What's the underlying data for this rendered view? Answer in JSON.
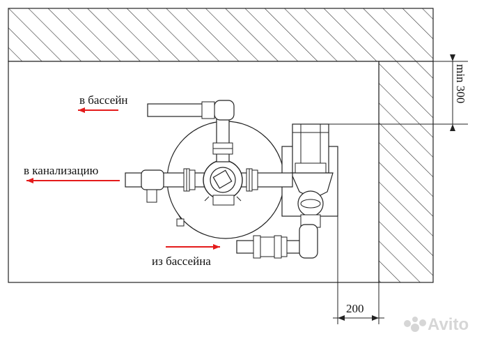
{
  "labels": {
    "to_pool": "в бассейн",
    "to_sewer": "в канализацию",
    "from_pool": "из бассейна"
  },
  "dimensions": {
    "vertical": "min 300",
    "horizontal": "200"
  },
  "watermark": "Avito",
  "colors": {
    "arrow": "#e41b1b",
    "line": "#1a1a1a",
    "hatch": "#333333"
  }
}
